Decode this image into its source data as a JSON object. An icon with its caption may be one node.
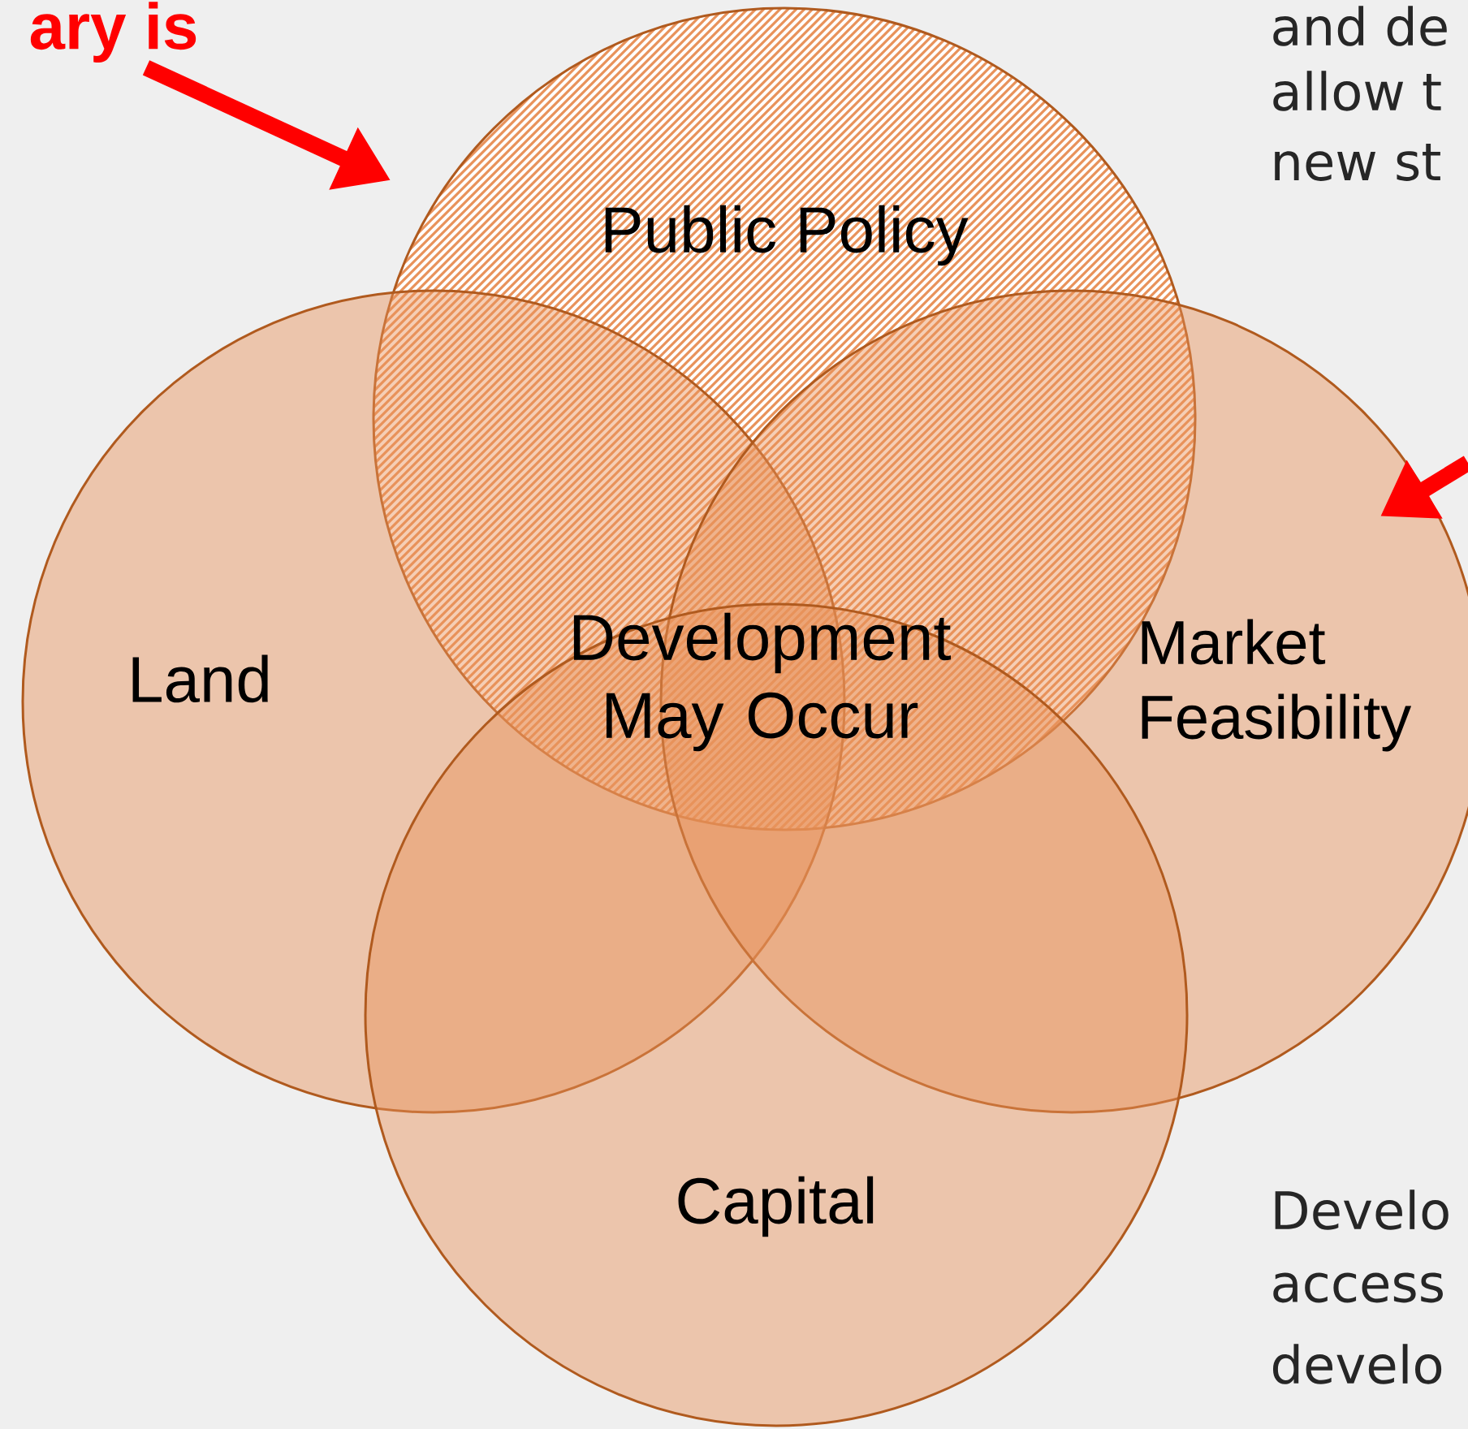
{
  "diagram": {
    "nodes": [
      {
        "text": [
          "Public Policy"
        ]
      },
      {
        "text": [
          "Land"
        ]
      },
      {
        "text": [
          "Market Feasibility"
        ]
      },
      {
        "text": [
          "Capital"
        ]
      },
      {
        "text": [
          "ary is"
        ]
      }
    ],
    "edges": [
      {
        "from": 4,
        "to": 0,
        "arrow": "to"
      },
      {
        "from": null,
        "to": 2,
        "arrow": "to"
      }
    ],
    "labels": [
      "and de",
      "allow t",
      "new st",
      "Development May Occur",
      "Develo",
      "access",
      "develo"
    ]
  }
}
